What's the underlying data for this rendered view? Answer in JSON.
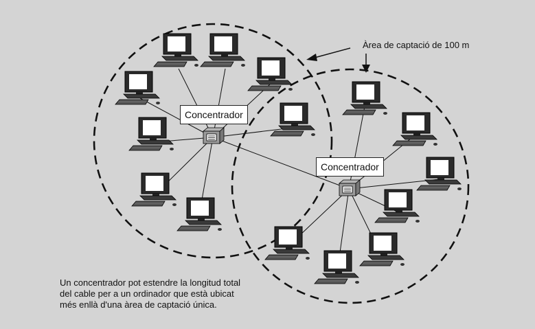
{
  "hubs": [
    {
      "label": "Concentrador"
    },
    {
      "label": "Concentrador"
    }
  ],
  "annotation": {
    "text": "Àrea de captació de 100 m"
  },
  "caption": {
    "lines": [
      "Un concentrador pot estendre la longitud total",
      "del cable per a un ordinador que està ubicat",
      "més enllà d'una àrea de captació única."
    ]
  },
  "colors": {
    "background": "#d4d4d4",
    "line": "#111111",
    "label_bg": "#ffffff"
  },
  "icons": {
    "computer": "computer-icon",
    "hub": "hub-icon",
    "arrow": "arrow-icon"
  }
}
